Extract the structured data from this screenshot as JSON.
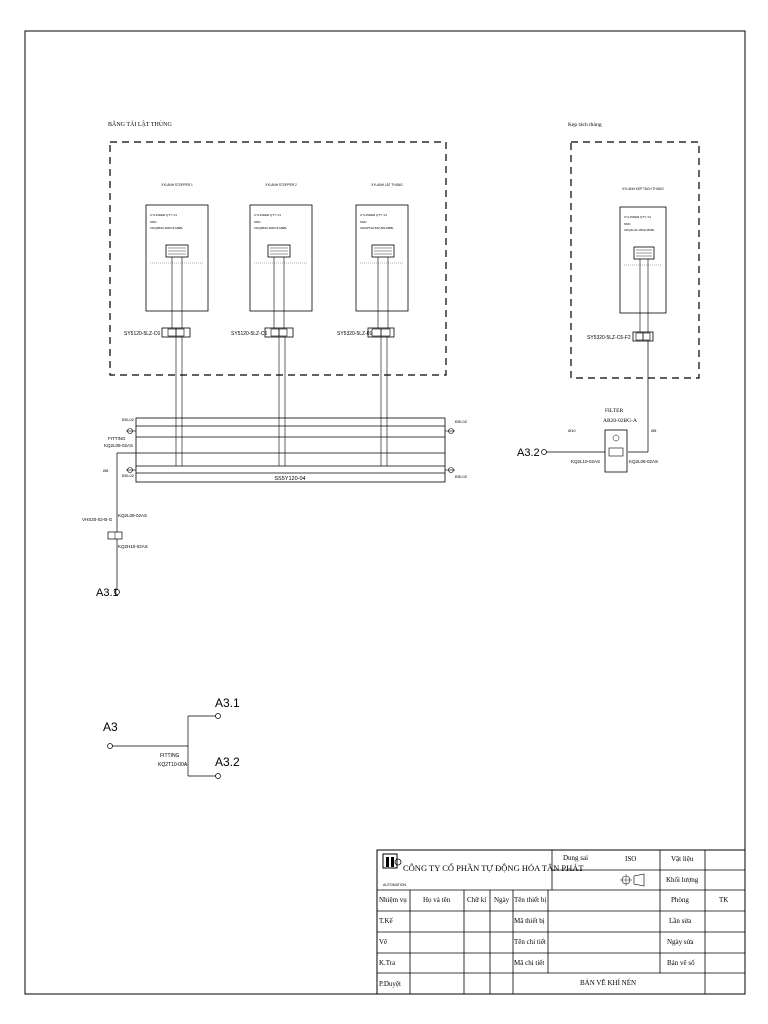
{
  "groups": {
    "bang_tai": "BĂNG TẢI LẬT THÙNG",
    "kep_tach": "Kẹp tách thùng"
  },
  "cylinders": [
    {
      "title": "XYLANH STOPPER 1",
      "spec_qty": "CYLINDER      QTY: 01",
      "spec_brand": "SMC",
      "spec_model": "CDQ2B32-30DCZ-M9BL",
      "valve": "SY5120-5LZ-C6"
    },
    {
      "title": "XYLANH STOPPER 2",
      "spec_qty": "CYLINDER      QTY: 01",
      "spec_brand": "SMC",
      "spec_model": "CDQ2B32-30DCZ-M9BL",
      "valve": "SY5120-5LZ-C6"
    },
    {
      "title": "XYLANH LẬT THÙNG",
      "spec_qty": "CYLINDER      QTY: 01",
      "spec_brand": "SMC",
      "spec_model": "CDM2T32-50Z-M9-M9BL",
      "valve": "SY5320-5LZ-01"
    },
    {
      "title": "XYLANH KẸP TÁCH THÙNG",
      "spec_qty": "CYLINDER      QTY: 01",
      "spec_brand": "SMC",
      "spec_model": "CDQ2L20-15DZ-M9BL",
      "valve": "SY5320-5LZ-C6-F2"
    }
  ],
  "manifold": {
    "model": "SS5Y120-04",
    "bsl_top_left": "BSL02",
    "bsl_top_right": "BSL02",
    "bsl_bottom_left": "BSL02",
    "bsl_bottom_right": "BSL02",
    "fitting_label": "FITTING",
    "fitting_model": "KQ2L08-02AS",
    "port_left": "Ø8"
  },
  "left_branch": {
    "valve": "VHS20-02-B-G",
    "fitting_top": "KQ2L08-02AS",
    "fitting_bottom": "KQ2H10-02AS",
    "source": "A3.1"
  },
  "filter": {
    "label": "FILTER",
    "model": "AR20-02BG-A",
    "source": "A3.2",
    "port_left": "Ø10",
    "port_right": "Ø8",
    "fitting_left": "KQ2L10-02AS",
    "fitting_right": "KQ2L08-02AS"
  },
  "supply": {
    "main": "A3",
    "branch1": "A3.1",
    "branch2": "A3.2",
    "fitting_label": "FITTING",
    "fitting_model": "KQ2T10-00A"
  },
  "title_block": {
    "company": "CÔNG TY CỔ PHẦN TỰ ĐỘNG HÓA TÂN PHÁT",
    "logo_sub": "AUTOMATION",
    "dung_sai": "Dung sai",
    "iso": "ISO",
    "vat_lieu": "Vật liệu",
    "khoi_luong": "Khối lượng",
    "nhiem_vu": "Nhiệm vụ",
    "ho_va_ten": "Họ và tên",
    "chu_ki": "Chữ kí",
    "ngay": "Ngày",
    "ten_thiet_bi": "Tên thiết bị",
    "ma_thiet_bi": "Mã thiết bị",
    "ten_chi_tiet": "Tên chi tiết",
    "ma_chi_tiet": "Mã chi tiết",
    "phong": "Phòng",
    "tk": "TK",
    "lan_sua": "Lần sửa",
    "ngay_sua": "Ngày sửa",
    "ban_ve_so": "Bản vẽ số",
    "t_ke": "T.Kế",
    "ve": "Vẽ",
    "k_tra": "K.Tra",
    "p_duyet": "P.Duyệt",
    "drawing_title": "BẢN VẼ KHÍ NÉN"
  }
}
